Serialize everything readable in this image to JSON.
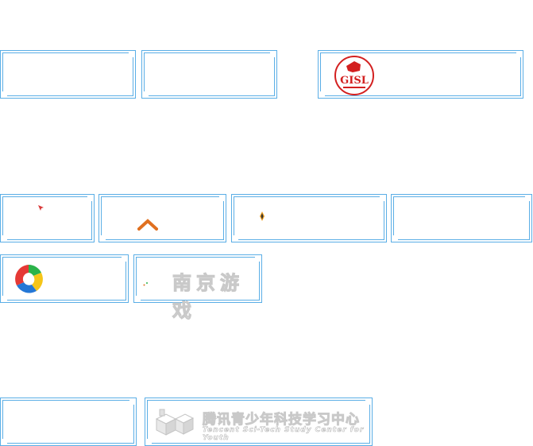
{
  "colors": {
    "border": "#5aaee6",
    "accent_orange": "#e07020",
    "gisl_red": "#d32020"
  },
  "row1": {
    "cards": [
      {
        "name": "partner-card-1",
        "logo": ""
      },
      {
        "name": "partner-card-2",
        "logo": ""
      },
      {
        "name": "partner-card-gisl",
        "logo": "GISL"
      }
    ]
  },
  "row2": {
    "cards": [
      {
        "name": "partner-card-4",
        "logo": ""
      },
      {
        "name": "partner-card-5",
        "logo": "chevron-up-icon"
      },
      {
        "name": "partner-card-6",
        "logo": ""
      },
      {
        "name": "partner-card-7",
        "logo": ""
      }
    ]
  },
  "row3": {
    "cards": [
      {
        "name": "partner-card-swirl",
        "logo": "swirl-logo-icon"
      },
      {
        "name": "partner-card-nanjing",
        "logo_text": "南京游戏"
      }
    ]
  },
  "row4": {
    "cards": [
      {
        "name": "partner-card-blank",
        "logo": ""
      },
      {
        "name": "partner-card-tencent",
        "logo_text": "腾讯青少年科技学习中心",
        "logo_subtext": "Tencent Sci-Tech Study Center for Youth"
      }
    ]
  },
  "gisl": {
    "text": "GISL"
  }
}
